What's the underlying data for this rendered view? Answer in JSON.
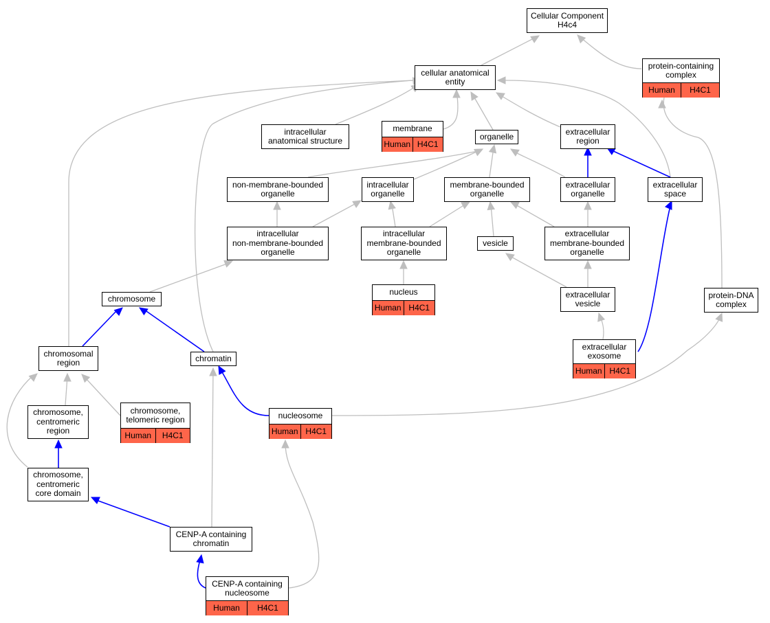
{
  "colors": {
    "is_a": "#bebebe",
    "part_of": "#0000ff",
    "annotation_fill": "#fe654a"
  },
  "nodes": {
    "root": {
      "label": "Cellular Component\nH4c4"
    },
    "cae": {
      "label": "cellular anatomical\nentity"
    },
    "pcc": {
      "label": "protein-containing\ncomplex",
      "annotation": [
        "Human",
        "H4C1"
      ]
    },
    "ias": {
      "label": "intracellular\nanatomical structure"
    },
    "membrane": {
      "label": "membrane",
      "annotation": [
        "Human",
        "H4C1"
      ]
    },
    "organelle": {
      "label": "organelle"
    },
    "extreg": {
      "label": "extracellular\nregion"
    },
    "nmbo": {
      "label": "non-membrane-bounded\norganelle"
    },
    "intorg": {
      "label": "intracellular\norganelle"
    },
    "mbo": {
      "label": "membrane-bounded\norganelle"
    },
    "extorg": {
      "label": "extracellular\norganelle"
    },
    "extspace": {
      "label": "extracellular\nspace"
    },
    "inmbo": {
      "label": "intracellular\nnon-membrane-bounded\norganelle"
    },
    "imbo": {
      "label": "intracellular\nmembrane-bounded\norganelle"
    },
    "vesicle": {
      "label": "vesicle"
    },
    "embo": {
      "label": "extracellular\nmembrane-bounded\norganelle"
    },
    "nucleus": {
      "label": "nucleus",
      "annotation": [
        "Human",
        "H4C1"
      ]
    },
    "chromosome": {
      "label": "chromosome"
    },
    "extves": {
      "label": "extracellular\nvesicle"
    },
    "pdna": {
      "label": "protein-DNA\ncomplex"
    },
    "chromreg": {
      "label": "chromosomal\nregion"
    },
    "chromatin": {
      "label": "chromatin"
    },
    "exosome": {
      "label": "extracellular\nexosome",
      "annotation": [
        "Human",
        "H4C1"
      ]
    },
    "telreg": {
      "label": "chromosome,\ntelomeric region",
      "annotation": [
        "Human",
        "H4C1"
      ]
    },
    "nucleosome": {
      "label": "nucleosome",
      "annotation": [
        "Human",
        "H4C1"
      ]
    },
    "centreg": {
      "label": "chromosome,\ncentromeric\nregion"
    },
    "centcore": {
      "label": "chromosome,\ncentromeric\ncore domain"
    },
    "cenpachrom": {
      "label": "CENP-A containing\nchromatin"
    },
    "cenpanuc": {
      "label": "CENP-A containing\nnucleosome",
      "annotation": [
        "Human",
        "H4C1"
      ]
    }
  }
}
